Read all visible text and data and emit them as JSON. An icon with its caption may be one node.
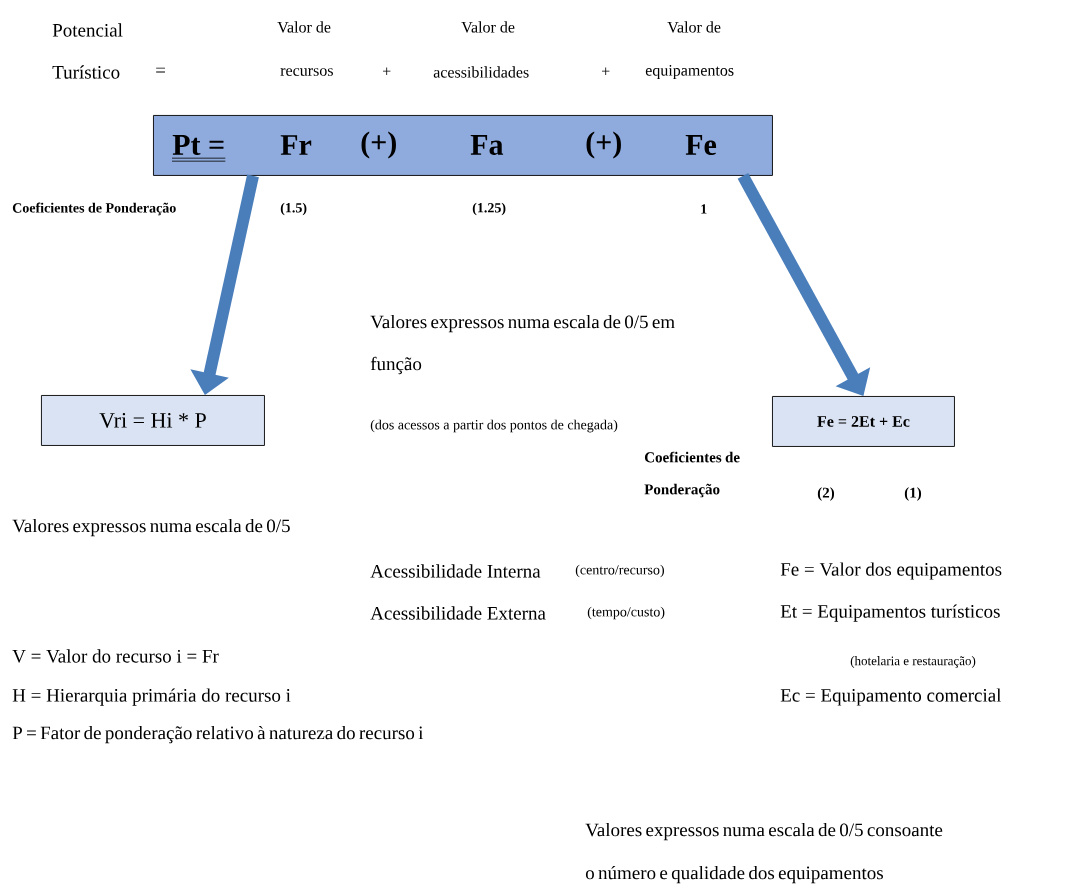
{
  "diagram": {
    "nodes": [
      {
        "text": [
          "Pt =",
          "Fr",
          "(+)",
          "Fa",
          "(+)",
          "Fe"
        ]
      },
      {
        "text": [
          "Vri =  Hi * P"
        ]
      },
      {
        "text": [
          "Fe = 2Et + Ec"
        ]
      }
    ],
    "edges": [
      {
        "from": 0,
        "to": 1,
        "arrow": "to"
      },
      {
        "from": 0,
        "to": 2,
        "arrow": "to"
      }
    ],
    "labels": [
      "Potencial",
      "Valor de",
      "Valor de",
      "Valor de",
      "Turístico",
      "=",
      "recursos",
      "+",
      "acessibilidades",
      "+",
      "equipamentos",
      "Coeficientes de Ponderação",
      "(1.5)",
      "(1.25)",
      "1",
      "Valores expressos numa escala de 0/5 em função",
      "(dos acessos a partir dos pontos de chegada)",
      "Coeficientes de Ponderação",
      "(2)",
      "(1)",
      "Valores expressos numa escala de 0/5",
      "Acessibilidade Interna",
      "(centro/recurso)",
      "Fe = Valor dos equipamentos",
      "Acessibilidade Externa",
      "(tempo/custo)",
      "Et = Equipamentos turísticos",
      "V = Valor do recurso i = Fr",
      "(hotelaria e restauração)",
      "H = Hierarquia primária do recurso i",
      "Ec = Equipamento comercial",
      "P = Fator de ponderação relativo à natureza do recurso i",
      "Valores expressos numa escala de 0/5 consoante o número e qualidade dos equipamentos"
    ]
  }
}
